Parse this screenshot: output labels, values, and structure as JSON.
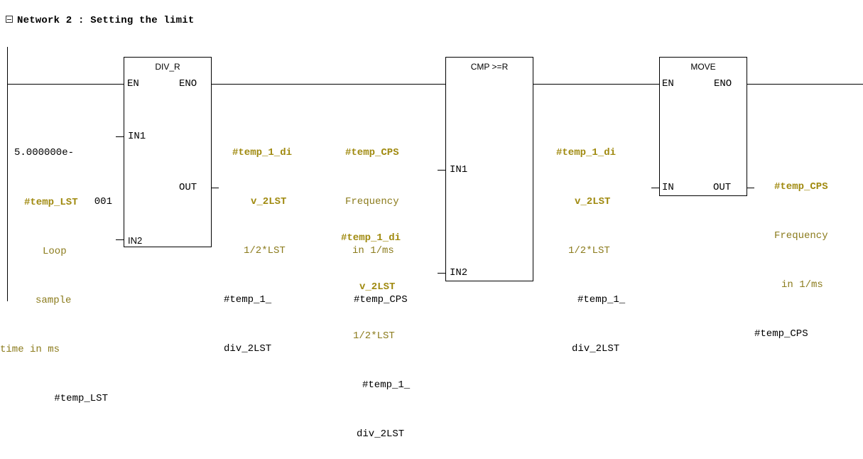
{
  "network": {
    "collapse_symbol": "minus-box-icon",
    "title": "Network 2 : Setting the limit"
  },
  "blocks": {
    "div_r": {
      "name": "DIV_R",
      "en": "EN",
      "eno": "ENO",
      "in1": "IN1",
      "in2": "IN2",
      "out": "OUT"
    },
    "cmp": {
      "name": "CMP >=R",
      "in1": "IN1",
      "in2": "IN2"
    },
    "move": {
      "name": "MOVE",
      "en": "EN",
      "eno": "ENO",
      "in": "IN",
      "out": "OUT"
    }
  },
  "operands": {
    "div_in1": [
      "5.000000e-",
      "001"
    ],
    "div_in2_symbol": "#temp_LST",
    "div_in2_comment": [
      "Loop",
      "sample",
      "time in ms"
    ],
    "div_in2_addr": "#temp_LST",
    "div_out_symbol": [
      "#temp_1_di",
      "v_2LST"
    ],
    "div_out_comment": "1/2*LST",
    "div_out_addr": [
      "#temp_1_",
      "div_2LST"
    ],
    "cmp_in1_symbol": "#temp_CPS",
    "cmp_in1_comment": [
      "Frequency",
      "in 1/ms"
    ],
    "cmp_in1_addr": "#temp_CPS",
    "cmp_in2_symbol": [
      "#temp_1_di",
      "v_2LST"
    ],
    "cmp_in2_comment": "1/2*LST",
    "cmp_in2_addr": [
      "#temp_1_",
      "div_2LST"
    ],
    "move_in_symbol": [
      "#temp_1_di",
      "v_2LST"
    ],
    "move_in_comment": "1/2*LST",
    "move_in_addr": [
      "#temp_1_",
      "div_2LST"
    ],
    "move_out_symbol": "#temp_CPS",
    "move_out_comment": [
      "Frequency",
      "in 1/ms"
    ],
    "move_out_addr": "#temp_CPS"
  },
  "colors": {
    "symbol": "#a08a10",
    "comment": "#8b7b1c",
    "wire": "#000000"
  }
}
